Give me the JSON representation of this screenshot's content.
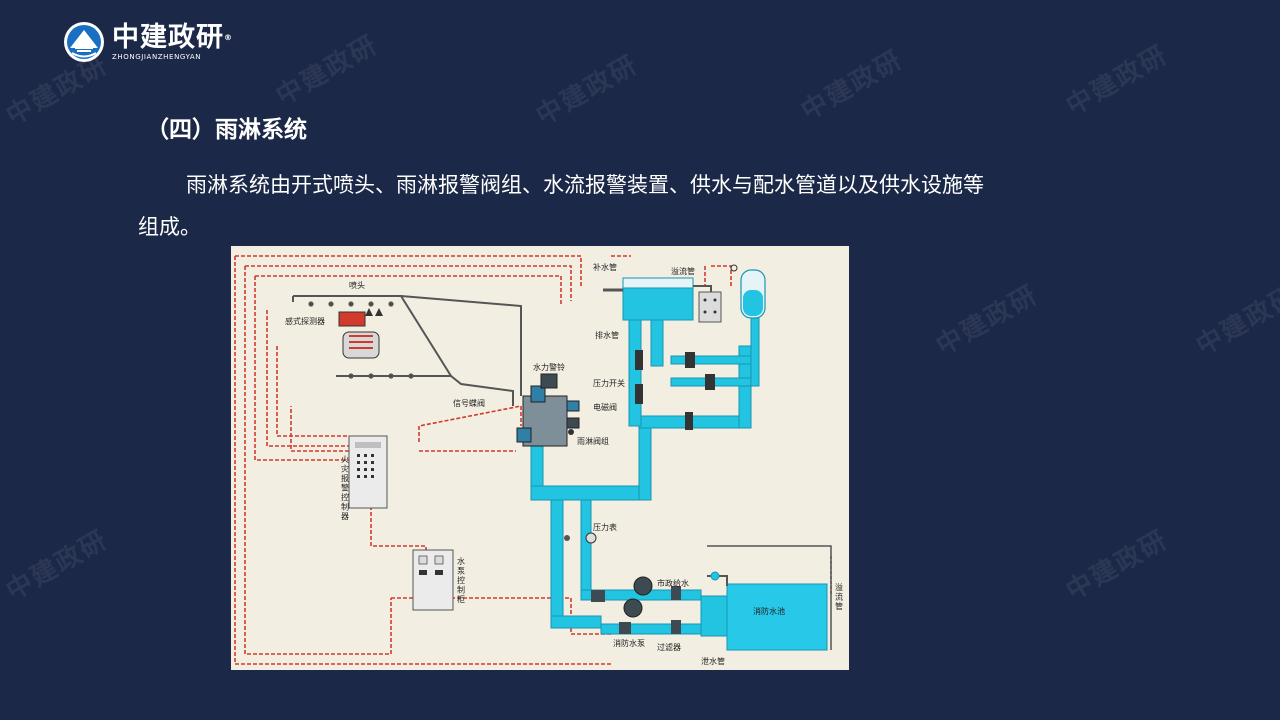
{
  "brand": {
    "name_cn": "中建政研",
    "registered_mark": "®",
    "name_en": "ZHONGJIANZHENGYAN",
    "watermark": "中建政研"
  },
  "section": {
    "title": "（四）雨淋系统",
    "body": "雨淋系统由开式喷头、雨淋报警阀组、水流报警装置、供水与配水管道以及供水设施等组成。"
  },
  "diagram": {
    "labels": {
      "sprinkler": "喷头",
      "detector": "感式探测器",
      "water_bell": "水力警铃",
      "pressure_switch": "压力开关",
      "signal_valve": "信号蝶阀",
      "solenoid_valve": "电磁阀",
      "deluge_valve_group": "雨淋阀组",
      "fire_alarm_controller": "火灾报警控制器",
      "pump_control_cabinet": "水泵控制柜",
      "pressure_gauge": "压力表",
      "make_up_pipe": "补水管",
      "overflow_pipe_top": "溢流管",
      "drain_pipe_top": "排水管",
      "municipal_supply": "市政给水",
      "fire_pool": "消防水池",
      "overflow_pipe_pool": "溢流管",
      "fire_pump": "消防水泵",
      "filter": "过滤器",
      "drain_pipe_bottom": "泄水管"
    },
    "colors": {
      "pipe": "#22c4e2",
      "pipe_edge": "#1796b0",
      "signal_line": "#d23a2c",
      "pool_water": "#28c8e8",
      "background": "#f2efe2"
    }
  }
}
